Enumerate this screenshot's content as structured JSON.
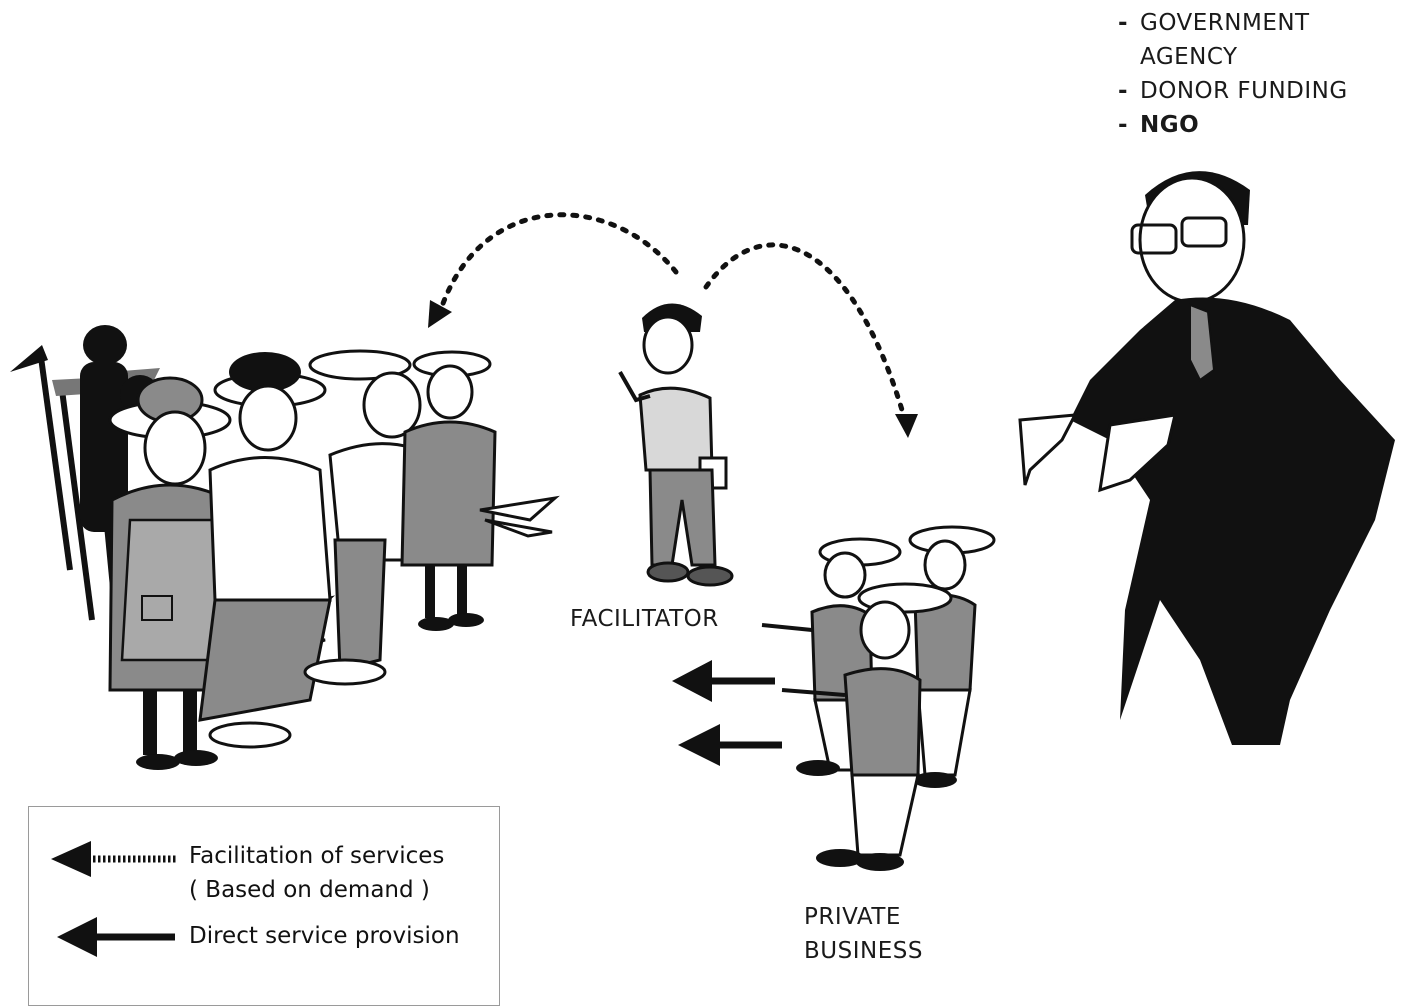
{
  "funders": {
    "items": [
      {
        "dash": "-",
        "lines": [
          "GOVERNMENT",
          "AGENCY"
        ]
      },
      {
        "dash": "-",
        "lines": [
          "DONOR FUNDING"
        ]
      },
      {
        "dash": "-",
        "lines": [
          "NGO"
        ]
      }
    ]
  },
  "labels": {
    "facilitator": "FACILITATOR",
    "private_business_line1": "PRIVATE",
    "private_business_line2": "BUSINESS"
  },
  "legend": {
    "facilitation_line1": "Facilitation of services",
    "facilitation_line2": "( Based on demand )",
    "direct": "Direct service provision"
  },
  "colors": {
    "ink": "#111111",
    "shirt_gray": "#8a8a8a",
    "legend_border": "#9a9a9a"
  }
}
